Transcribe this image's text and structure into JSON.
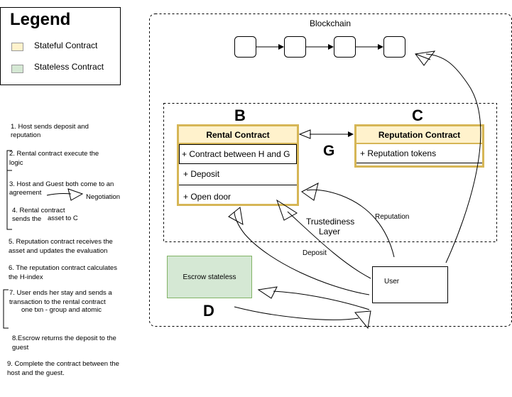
{
  "legend": {
    "title": "Legend",
    "items": [
      {
        "label": "Stateful Contract",
        "color": "#fff2cc"
      },
      {
        "label": "Stateless Contract",
        "color": "#d5e8d4"
      }
    ]
  },
  "steps": {
    "s1a": "1. Host sends deposit and",
    "s1b": "reputation",
    "s2a": "2. Rental contract execute the",
    "s2b": "logic",
    "s3a": "3. Host and Guest both come to an",
    "s3b": "agreement",
    "negotiation": "Negotiation",
    "s4a": "4. Rental contract",
    "s4b": "sends the",
    "s4c": "asset to C",
    "s5a": "5. Reputation contract  receives the",
    "s5b": "asset and updates the evaluation",
    "s6a": "6. The reputation contract calculates",
    "s6b": "the H-index",
    "s7a": "7. User ends her stay and sends a",
    "s7b": "transaction to the rental contract",
    "s7c": "one txn - group and atomic",
    "s8a": "8.Escrow returns the deposit to the",
    "s8b": "guest",
    "s9a": "9. Complete the contract between the",
    "s9b": "host and the guest."
  },
  "blockchain": {
    "label": "Blockchain"
  },
  "rental": {
    "letter": "B",
    "title": "Rental Contract",
    "row1": "+ Contract between H and G",
    "row2": "+ Deposit",
    "row3": "+ Open door"
  },
  "reputation": {
    "letter": "C",
    "title": "Reputation Contract",
    "row1": "+ Reputation tokens"
  },
  "g_label": "G",
  "trust_layer": {
    "line1": "Trustediness",
    "line2": "Layer"
  },
  "reputation_arrow_label": "Reputation",
  "deposit_arrow_label": "Deposit",
  "user": {
    "label": "User"
  },
  "escrow": {
    "label": "Escrow stateless",
    "letter": "D"
  },
  "colors": {
    "stateful_fill": "#fff2cc",
    "stateful_border": "#d6b656",
    "stateless_fill": "#d5e8d4",
    "stateless_border": "#82b366"
  }
}
